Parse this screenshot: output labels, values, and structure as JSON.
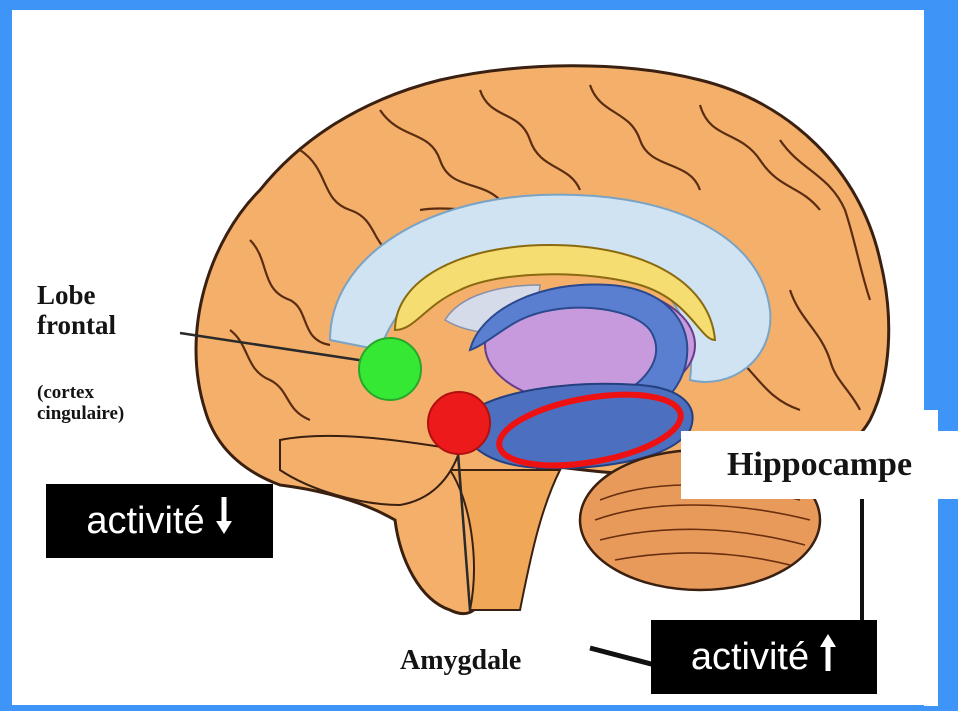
{
  "labels": {
    "lobe_line1": "Lobe",
    "lobe_line2": "frontal",
    "lobe_sub1": "(cortex",
    "lobe_sub2": "cingulaire)",
    "amygdale": "Amygdale",
    "hippocampe": "Hippocampe"
  },
  "activity_boxes": {
    "left": {
      "text": "activité",
      "direction": "down"
    },
    "right": {
      "text": "activité",
      "direction": "up"
    }
  },
  "markers": {
    "frontal_color": "#34e834",
    "amygdala_color": "#ec1a1a",
    "hippocampus_outline_color": "#ee1111"
  },
  "colors": {
    "background": "#3f95f7",
    "panel": "#ffffff",
    "brain_cortex": "#f4b06a",
    "brain_outline": "#3a2010"
  }
}
